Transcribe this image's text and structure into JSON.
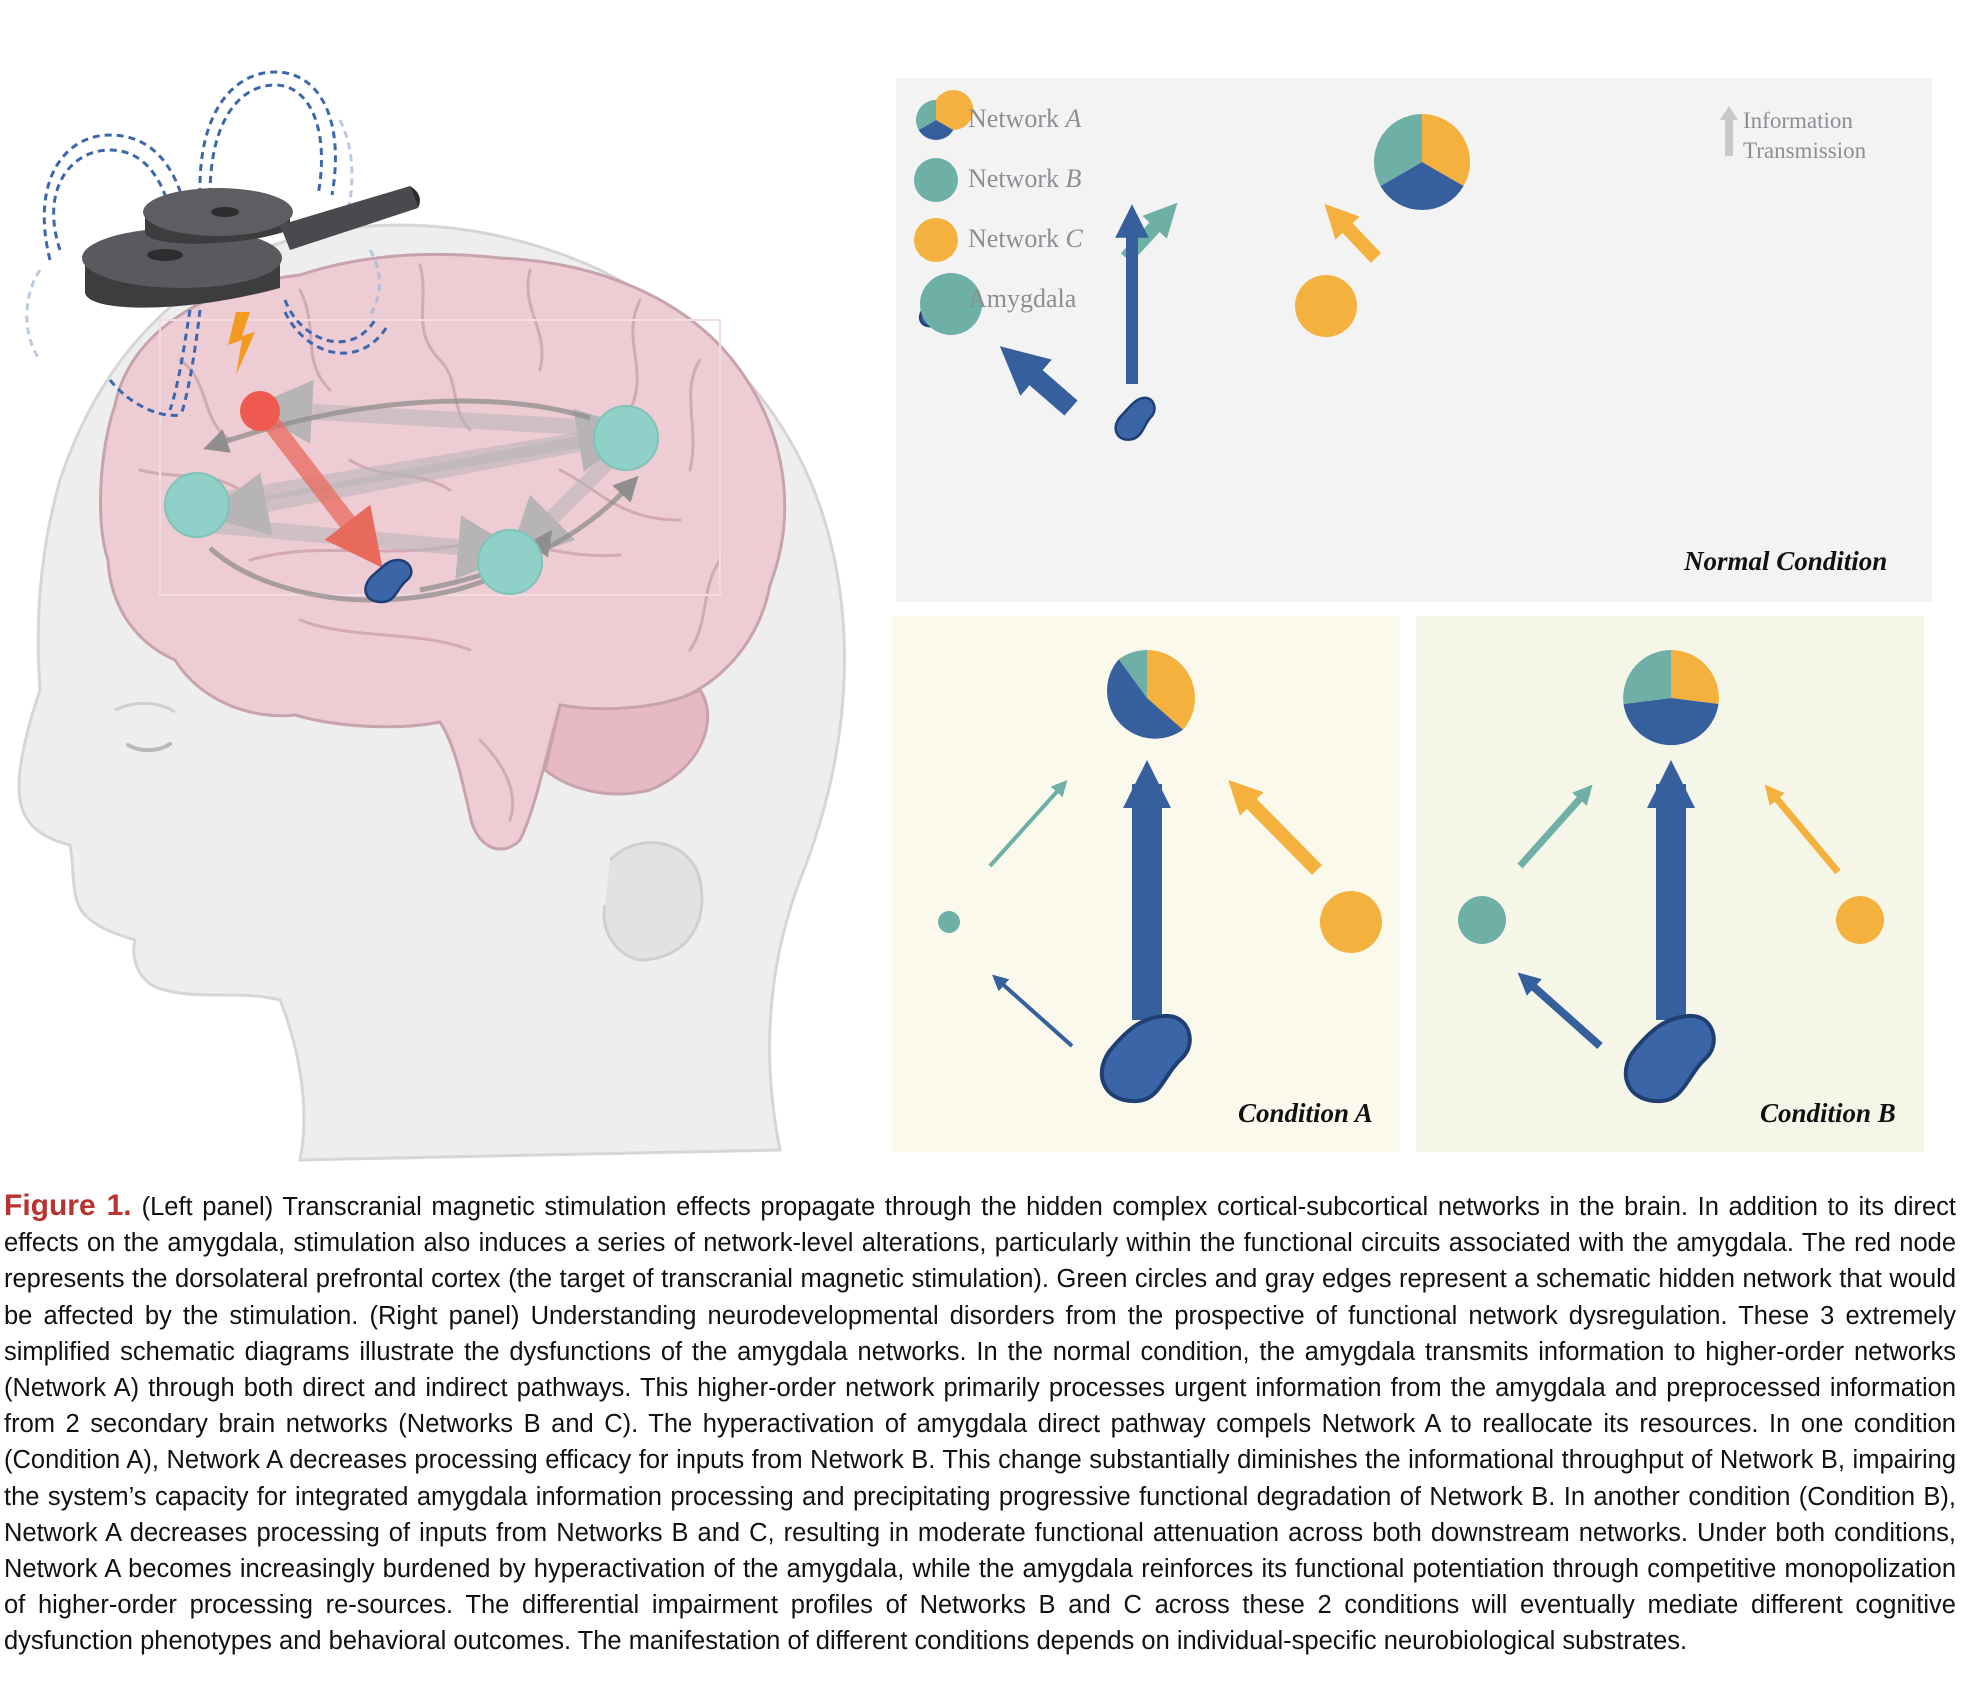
{
  "legend": {
    "network_a": {
      "prefix": "Network ",
      "letter": "A"
    },
    "network_b": {
      "prefix": "Network ",
      "letter": "B"
    },
    "network_c": {
      "prefix": "Network ",
      "letter": "C"
    },
    "amygdala": "Amygdala",
    "info_line1": "Information",
    "info_line2": "Transmission"
  },
  "panels": {
    "normal": "Normal Condition",
    "condition_a": "Condition A",
    "condition_b": "Condition B"
  },
  "caption": {
    "label": "Figure 1.",
    "text": "(Left panel) Transcranial magnetic stimulation effects propagate through the hidden complex cortical-subcortical networks in the brain. In addition to its direct effects on the amygdala, stimulation also induces a series of network-level alterations, particularly within the functional circuits associated with the amygdala. The red node represents the dorsolateral prefrontal cortex (the target of transcranial magnetic stimulation). Green circles and gray edges represent a schematic hidden network that would be affected by the stimulation. (Right panel) Understanding neurodevelopmental disorders from the prospective of functional network dysregulation. These 3 extremely simplified schematic diagrams illustrate the dysfunctions of the amygdala networks. In the normal condition, the amygdala transmits information to higher-order networks (Network A) through both direct and indirect pathways. This higher-order network primarily processes urgent information from the amygdala and preprocessed information from 2 secondary brain networks (Networks B and C). The hyperactivation of amygdala direct pathway compels Network A to reallocate its resources. In one condition (Condition A), Network A decreases processing efficacy for inputs from Network B. This change substantially diminishes the informational throughput of Network B, impairing the system’s capacity for integrated amygdala information processing and precipitating progressive functional degradation of Network B. In another condition (Condition B), Network A decreases processing of inputs from Networks B and C, resulting in moderate functional attenuation across both downstream networks. Under both conditions, Network A becomes increasingly burdened by hyperactivation of the amygdala, while the amygdala reinforces its functional potentiation through competitive monopolization of higher-order processing re-sources. The differential impairment profiles of Networks B and C across these 2 conditions will eventually mediate different cognitive dysfunction phenotypes and behavioral outcomes. The manifestation of different conditions depends on individual-specific neurobiological substrates."
  },
  "colors": {
    "network_b": "#6eb0a6",
    "network_c": "#f5b13d",
    "amygdala": "#365f9e",
    "tms_target": "#ee5a4f",
    "normal_bg": "#f3f3f4",
    "condition_a_bg": "#fbf9ec",
    "condition_b_bg": "#f5f6e8",
    "caption_label": "#b8322f"
  }
}
